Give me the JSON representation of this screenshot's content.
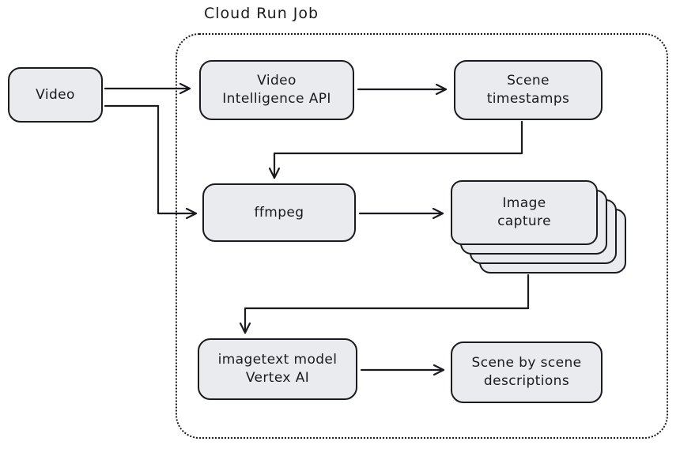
{
  "diagram": {
    "container_label": "Cloud Run Job",
    "nodes": {
      "video": {
        "label": "Video"
      },
      "video_intelligence_api": {
        "line1": "Video",
        "line2": "Intelligence API"
      },
      "scene_timestamps": {
        "line1": "Scene",
        "line2": "timestamps"
      },
      "ffmpeg": {
        "label": "ffmpeg"
      },
      "image_capture": {
        "line1": "Image",
        "line2": "capture"
      },
      "imagetext_model": {
        "line1": "imagetext model",
        "line2": "Vertex AI"
      },
      "scene_descriptions": {
        "line1": "Scene by scene",
        "line2": "descriptions"
      }
    },
    "colors": {
      "box_fill": "#e9ebee",
      "box_border": "#1b1b1f",
      "arrow": "#1b1b1f",
      "background": "#ffffff"
    }
  }
}
